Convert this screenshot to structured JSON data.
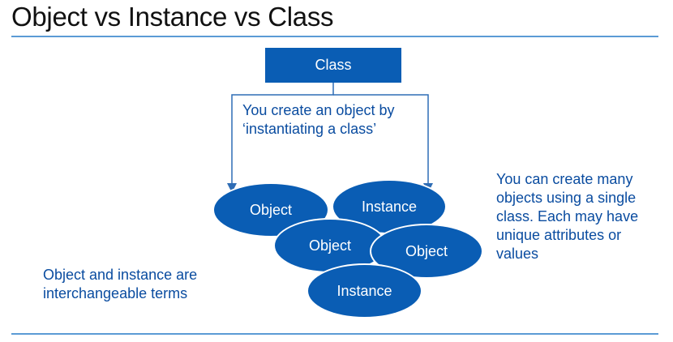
{
  "title": "Object vs Instance vs Class",
  "colors": {
    "primary": "#0a5db4",
    "rule": "#5b9bd5",
    "connector": "#2f6db5",
    "text_blue": "#0a4ca0"
  },
  "diagram": {
    "class_label": "Class",
    "instantiate_caption": [
      "You create an object by",
      "‘instantiating a class’"
    ],
    "nodes": [
      {
        "id": "object-1",
        "label": "Object"
      },
      {
        "id": "instance-1",
        "label": "Instance"
      },
      {
        "id": "object-2",
        "label": "Object"
      },
      {
        "id": "object-3",
        "label": "Object"
      },
      {
        "id": "instance-2",
        "label": "Instance"
      }
    ],
    "many_caption": [
      "You can create many",
      "objects using a single",
      "class. Each may have",
      "unique attributes or",
      "values"
    ],
    "interchangeable_caption": [
      "Object and instance are",
      "interchangeable terms"
    ]
  }
}
